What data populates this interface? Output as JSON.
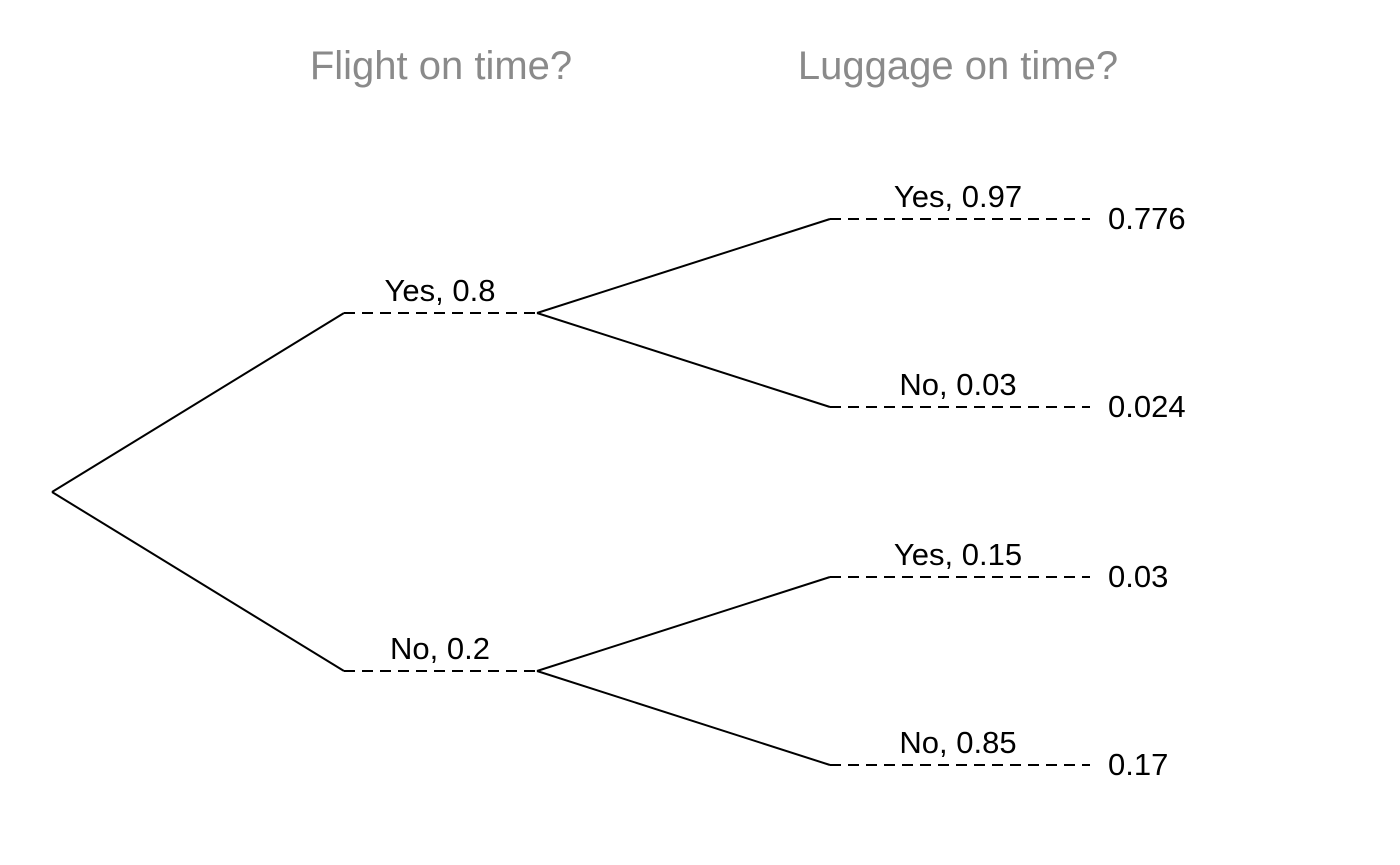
{
  "headers": {
    "level1": "Flight on time?",
    "level2": "Luggage on time?",
    "color": "#8a8a8a"
  },
  "level1": {
    "yes": {
      "label": "Yes,  0.8"
    },
    "no": {
      "label": "No,  0.2"
    }
  },
  "level2": {
    "yes_yes": {
      "label": "Yes,  0.97",
      "outcome": "0.776"
    },
    "yes_no": {
      "label": "No,  0.03",
      "outcome": "0.024"
    },
    "no_yes": {
      "label": "Yes,  0.15",
      "outcome": "0.03"
    },
    "no_no": {
      "label": "No,  0.85",
      "outcome": "0.17"
    }
  }
}
